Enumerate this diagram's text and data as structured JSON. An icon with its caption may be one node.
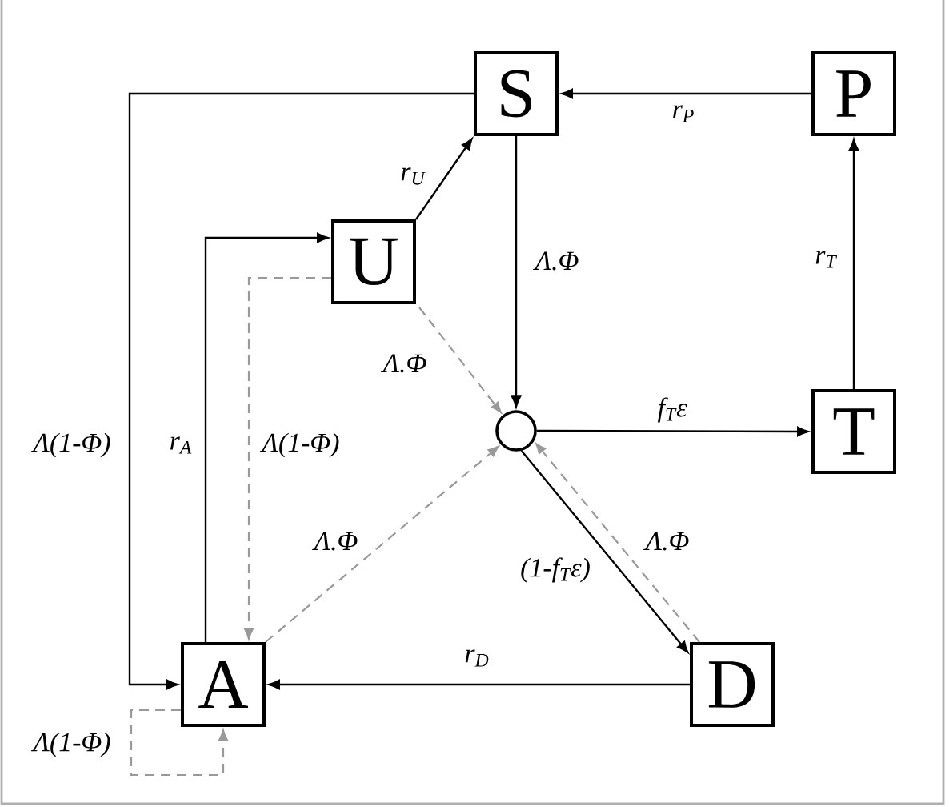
{
  "diagram": {
    "nodes": [
      {
        "text": [
          "S"
        ]
      },
      {
        "text": [
          "P"
        ]
      },
      {
        "text": [
          "U"
        ]
      },
      {
        "text": [],
        "shape": "circle"
      },
      {
        "text": [
          "T"
        ]
      },
      {
        "text": [
          "A"
        ]
      },
      {
        "text": [
          "D"
        ]
      }
    ],
    "edges": [
      {
        "from": 1,
        "to": 0,
        "arrow": "to",
        "label": "r$_{P}$"
      },
      {
        "from": 4,
        "to": 1,
        "arrow": "to",
        "label": "r$_{T}$"
      },
      {
        "from": 2,
        "to": 0,
        "arrow": "to",
        "label": "r$_{U}$"
      },
      {
        "from": 0,
        "to": 3,
        "arrow": "to",
        "label": "Λ.Φ"
      },
      {
        "from": 3,
        "to": 4,
        "arrow": "to",
        "label": "f$_{T}$ε"
      },
      {
        "from": 3,
        "to": 6,
        "arrow": "to",
        "label": "(1-f$_{T}$ε)"
      },
      {
        "from": 6,
        "to": 5,
        "arrow": "to",
        "label": "r$_{D}$"
      },
      {
        "from": 5,
        "to": 2,
        "arrow": "to",
        "label": "r$_{A}$"
      },
      {
        "from": 0,
        "to": 5,
        "arrow": "to",
        "label": "Λ(1-Φ)"
      },
      {
        "from": 2,
        "to": 5,
        "arrow": "to",
        "label": "Λ(1-Φ)",
        "style": "dashed",
        "color": "#999999"
      },
      {
        "from": 2,
        "to": 3,
        "arrow": "to",
        "label": "Λ.Φ",
        "style": "dashed",
        "color": "#999999"
      },
      {
        "from": 5,
        "to": 3,
        "arrow": "to",
        "label": "Λ.Φ",
        "style": "dashed",
        "color": "#999999"
      },
      {
        "from": 6,
        "to": 3,
        "arrow": "to",
        "label": "Λ.Φ",
        "style": "dashed",
        "color": "#999999"
      },
      {
        "from": 5,
        "to": 5,
        "arrow": "to",
        "label": "Λ(1-Φ)",
        "style": "dashed",
        "color": "#999999"
      }
    ]
  }
}
